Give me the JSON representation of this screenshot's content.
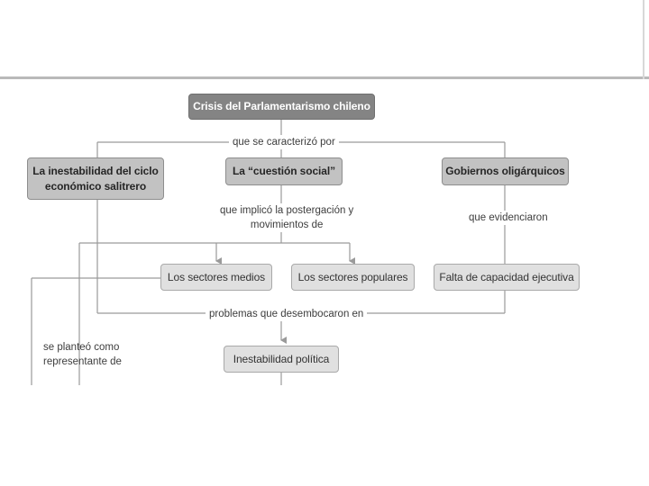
{
  "diagram": {
    "root": "Crisis del Parlamentarismo chileno",
    "connector_characterized": "que se caracterizó por",
    "branches": {
      "left": "La inestabilidad del ciclo económico salitrero",
      "center": "La “cuestión social”",
      "right": "Gobiernos oligárquicos"
    },
    "connector_center_line1": "que implicó la postergación y",
    "connector_center_line2": "movimientos de",
    "connector_right": "que evidenciaron",
    "sectors": {
      "medios": "Los sectores medios",
      "populares": "Los sectores populares"
    },
    "falta": "Falta de capacidad ejecutiva",
    "connector_problems": "problemas que desembocaron en",
    "inestabilidad": "Inestabilidad política",
    "connector_planteo_line1": "se planteó como",
    "connector_planteo_line2": "representante de"
  },
  "colors": {
    "root_fill": "#848484",
    "branch_fill": "#c2c2c2",
    "leaf_fill": "#e0e0e0",
    "line": "#9a9a9a"
  }
}
